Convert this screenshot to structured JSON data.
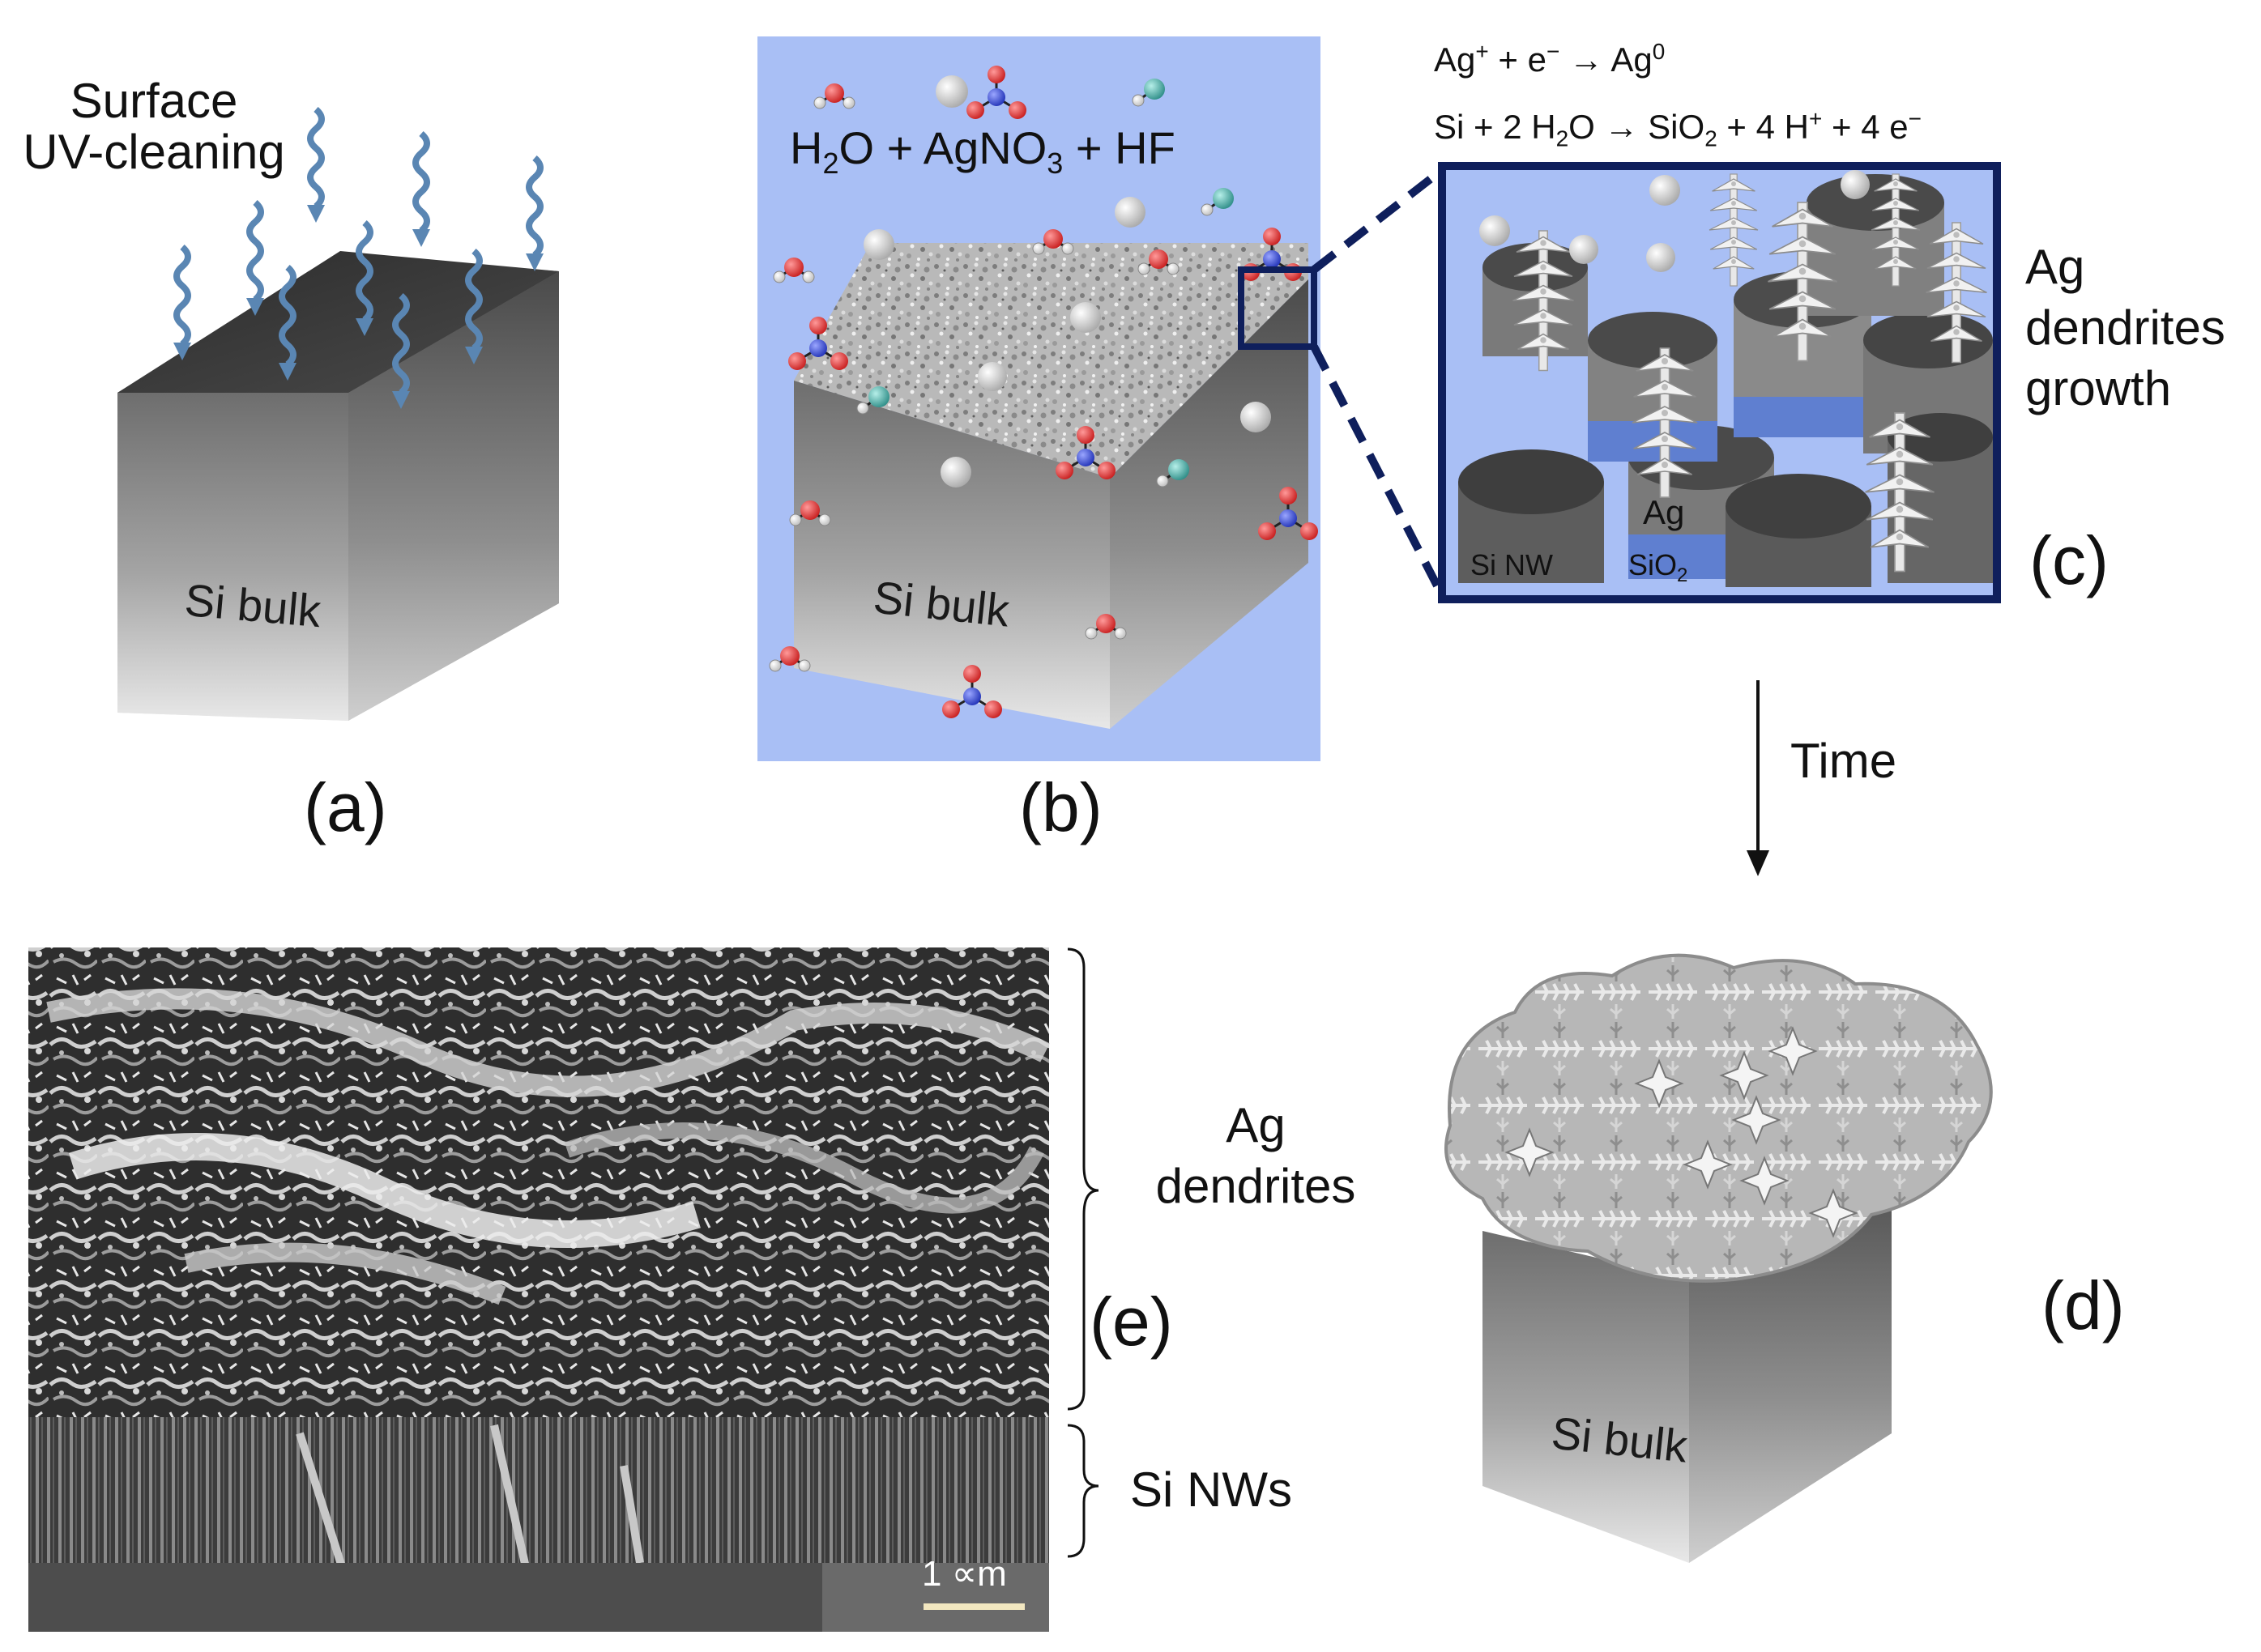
{
  "panel_a": {
    "label": "(a)",
    "caption_line1": "Surface",
    "caption_line2": "UV-cleaning",
    "cube_label": "Si bulk"
  },
  "panel_b": {
    "label": "(b)",
    "solution_h": "H",
    "solution_sub1": "2",
    "solution_mid": "O + AgNO",
    "solution_sub2": "3",
    "solution_end": " + HF",
    "cube_label": "Si bulk"
  },
  "panel_c": {
    "label": "(c)",
    "eq1_a": "Ag",
    "eq1_sup1": "+",
    "eq1_b": " + e",
    "eq1_sup2": "−",
    "eq1_arrow": " → ",
    "eq1_c": "Ag",
    "eq1_sup3": "0",
    "eq2_a": "Si + 2 H",
    "eq2_sub1": "2",
    "eq2_b": "O → SiO",
    "eq2_sub2": "2",
    "eq2_c": " + 4 H",
    "eq2_sup1": "+",
    "eq2_d": " + 4 e",
    "eq2_sup2": "−",
    "growth_line1": "Ag",
    "growth_line2": "dendrites",
    "growth_line3": "growth",
    "inset_ag": "Ag",
    "inset_sinw": "Si NW",
    "inset_sio2": "SiO",
    "inset_sio2_sub": "2"
  },
  "panel_d": {
    "label": "(d)",
    "time_label": "Time",
    "cube_label": "Si bulk"
  },
  "panel_e": {
    "label": "(e)",
    "ag_line1": "Ag",
    "ag_line2": "dendrites",
    "sinw_label": "Si NWs",
    "scale_label": "1 ∝m"
  },
  "colors": {
    "solution_bg": "#a9bff5",
    "frame": "#0f1f5c",
    "uv_arrow": "#5a86b3",
    "oxygen": "#e23a3a",
    "nitrogen": "#3a4fd0",
    "fluorine": "#49a6a0",
    "hydrogen": "#ffffff",
    "scale_bar": "#f2e7c0"
  }
}
